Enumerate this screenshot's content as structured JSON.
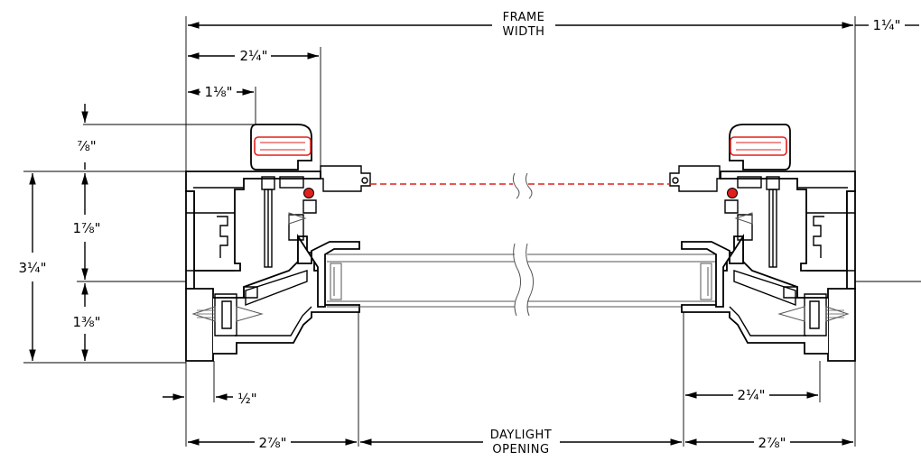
{
  "labels": {
    "frame_width": [
      "FRAME",
      "WIDTH"
    ],
    "daylight_opening": [
      "DAYLIGHT",
      "OPENING"
    ]
  },
  "dimensions": {
    "top_right": "1¼\"",
    "top_left_outer": "2¼\"",
    "top_left_inner": "1⅛\"",
    "handle_height": "⅞\"",
    "overall_height": "3¼\"",
    "upper_section": "1⅞\"",
    "lower_section": "1⅜\"",
    "bottom_offset": "½\"",
    "bottom_left": "2⅞\"",
    "bottom_right": "2⅞\"",
    "right_inner": "2¼\""
  },
  "colors": {
    "line": "#000000",
    "handle_accent": "#e0201c",
    "weatherstrip_dash": "#e0201c",
    "glazing_line": "#777777"
  }
}
